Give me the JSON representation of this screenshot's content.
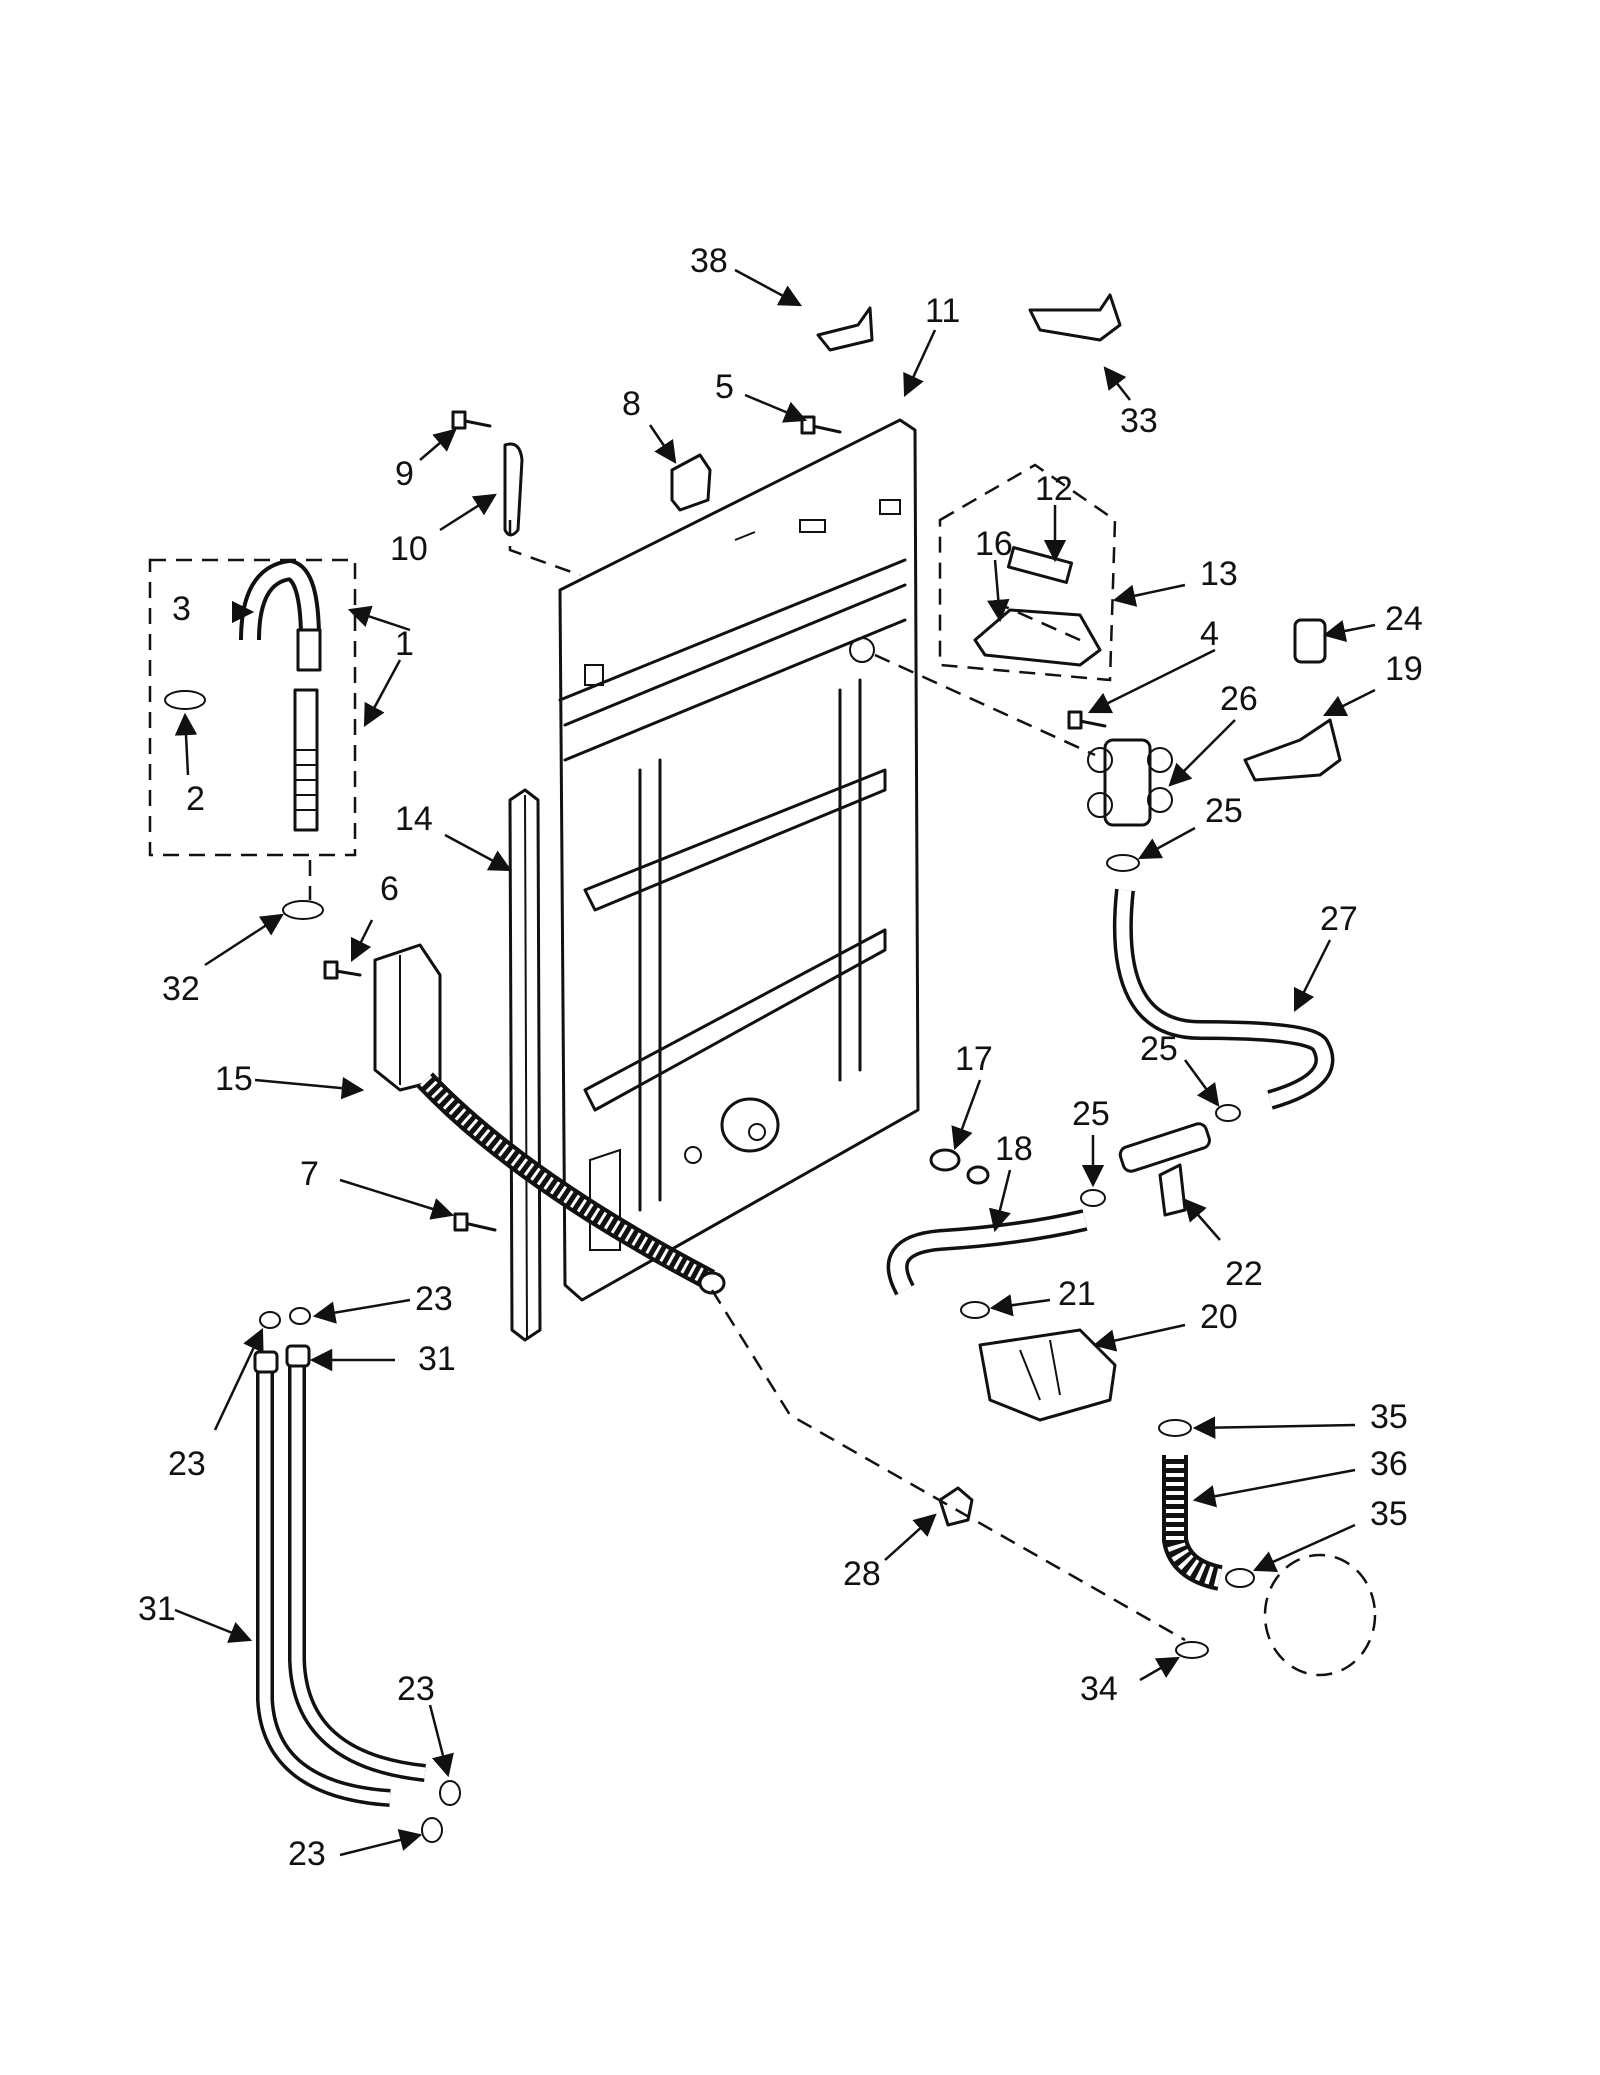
{
  "callouts": {
    "c1": "1",
    "c2": "2",
    "c3": "3",
    "c4": "4",
    "c5": "5",
    "c6": "6",
    "c7": "7",
    "c8": "8",
    "c9": "9",
    "c10": "10",
    "c11": "11",
    "c12": "12",
    "c13": "13",
    "c14": "14",
    "c15": "15",
    "c16": "16",
    "c17": "17",
    "c18": "18",
    "c19": "19",
    "c20": "20",
    "c21": "21",
    "c22": "22",
    "c23a": "23",
    "c23b": "23",
    "c23c": "23",
    "c23d": "23",
    "c24": "24",
    "c25a": "25",
    "c25b": "25",
    "c25c": "25",
    "c26": "26",
    "c27": "27",
    "c28": "28",
    "c31a": "31",
    "c31b": "31",
    "c32": "32",
    "c33": "33",
    "c34": "34",
    "c35a": "35",
    "c35b": "35",
    "c36": "36",
    "c38": "38"
  }
}
